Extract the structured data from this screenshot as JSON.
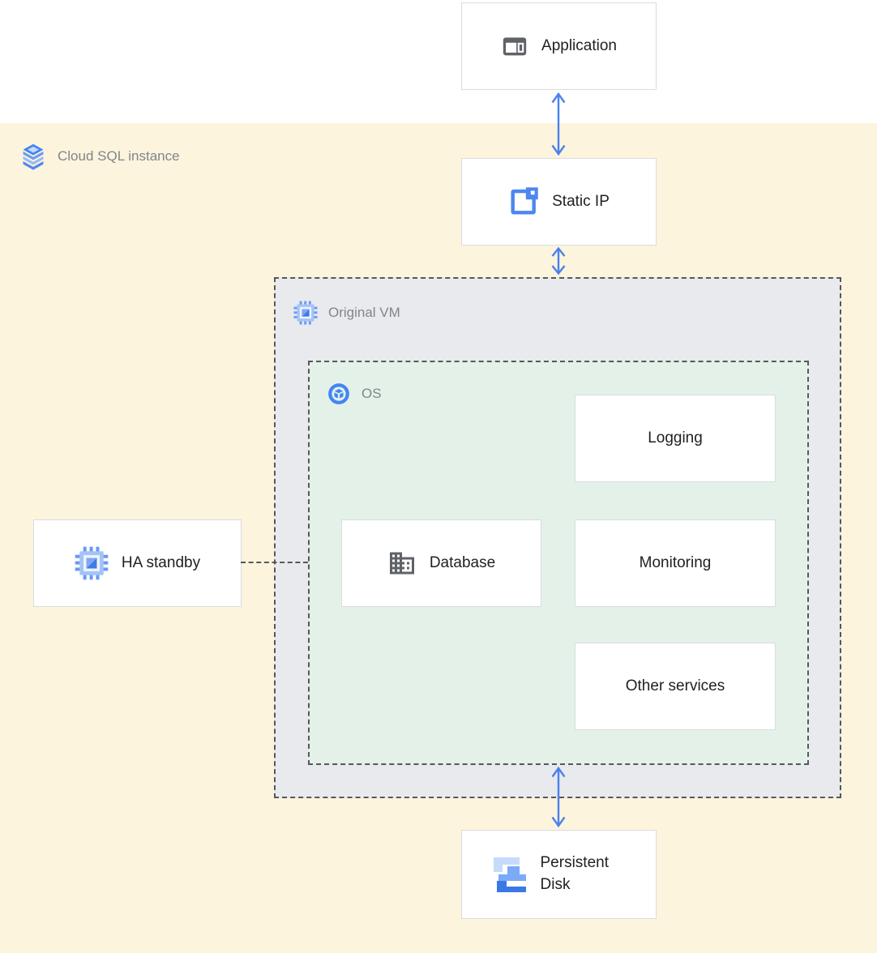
{
  "regions": {
    "cloud_sql": {
      "label": "Cloud SQL instance",
      "icon": "cloud-sql-icon",
      "color": "#fcf4dc"
    },
    "original_vm": {
      "label": "Original VM",
      "icon": "compute-vm-icon",
      "color": "#e8eaed"
    },
    "os": {
      "label": "OS",
      "icon": "os-icon",
      "color": "#e4f1e9"
    }
  },
  "nodes": {
    "application": {
      "label": "Application",
      "icon": "application-window-icon"
    },
    "static_ip": {
      "label": "Static IP",
      "icon": "static-ip-icon"
    },
    "ha_standby": {
      "label": "HA standby",
      "icon": "compute-vm-icon"
    },
    "database": {
      "label": "Database",
      "icon": "building-icon"
    },
    "logging": {
      "label": "Logging"
    },
    "monitoring": {
      "label": "Monitoring"
    },
    "other_services": {
      "label": "Other services"
    },
    "persistent_disk": {
      "label": "Persistent Disk",
      "icon": "persistent-disk-icon"
    }
  },
  "connections": [
    {
      "from": "Application",
      "to": "Static IP",
      "style": "double-arrow",
      "color": "#4a81ee"
    },
    {
      "from": "Static IP",
      "to": "Original VM",
      "style": "double-arrow",
      "color": "#4a81ee"
    },
    {
      "from": "OS",
      "to": "Persistent Disk",
      "style": "double-arrow",
      "color": "#4a81ee"
    },
    {
      "from": "HA standby",
      "to": "OS",
      "style": "dashed-line",
      "color": "#55585c"
    }
  ],
  "colors": {
    "arrow_blue": "#4a81ee",
    "icon_blue": "#4285f4",
    "icon_gray": "#5f6368",
    "label_gray": "#80868b",
    "text_dark": "#202124",
    "yellow_region": "#fcf4dc",
    "vm_region": "#e8eaed",
    "os_region": "#e4f1e9"
  }
}
